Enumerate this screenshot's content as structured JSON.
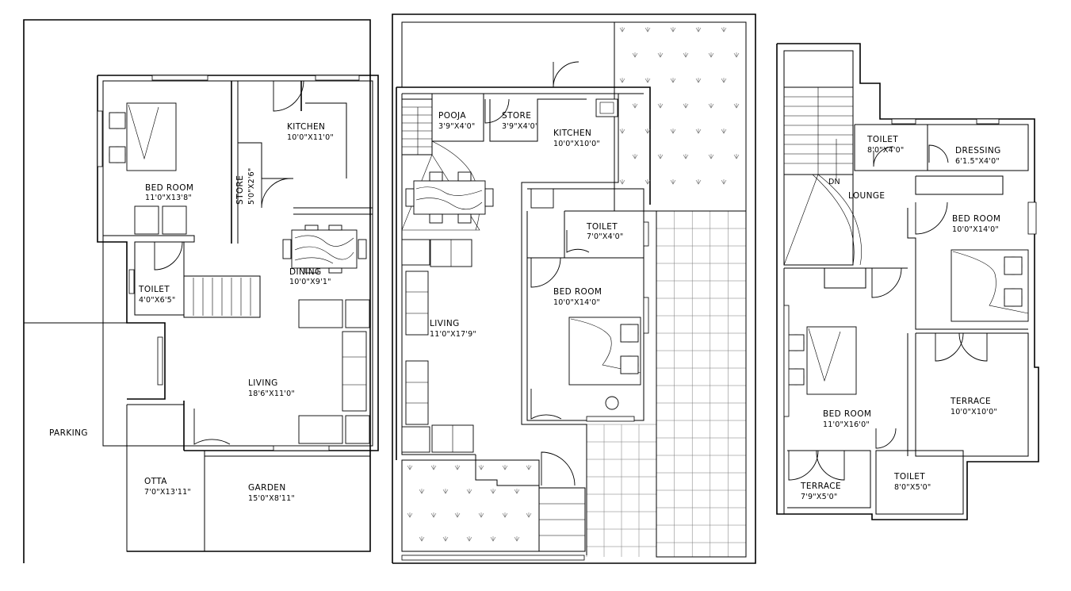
{
  "plans": [
    {
      "id": "ground-floor",
      "rooms": [
        {
          "name": "BED ROOM",
          "size": "11'0\"X13'8\""
        },
        {
          "name": "KITCHEN",
          "size": "10'0\"X11'0\""
        },
        {
          "name": "STORE",
          "size": "5'0\"X2'6\""
        },
        {
          "name": "DINING",
          "size": "10'0\"X9'1\""
        },
        {
          "name": "TOILET",
          "size": "4'0\"X6'5\""
        },
        {
          "name": "LIVING",
          "size": "18'6\"X11'0\""
        },
        {
          "name": "PARKING",
          "size": ""
        },
        {
          "name": "OTTA",
          "size": "7'0\"X13'11\""
        },
        {
          "name": "GARDEN",
          "size": "15'0\"X8'11\""
        }
      ]
    },
    {
      "id": "middle-floor",
      "rooms": [
        {
          "name": "POOJA",
          "size": "3'9\"X4'0\""
        },
        {
          "name": "STORE",
          "size": "3'9\"X4'0\""
        },
        {
          "name": "KITCHEN",
          "size": "10'0\"X10'0\""
        },
        {
          "name": "TOILET",
          "size": "7'0\"X4'0\""
        },
        {
          "name": "BED ROOM",
          "size": "10'0\"X14'0\""
        },
        {
          "name": "LIVING",
          "size": "11'0\"X17'9\""
        }
      ]
    },
    {
      "id": "upper-floor",
      "rooms": [
        {
          "name": "TOILET",
          "size": "8'0\"X4'0\""
        },
        {
          "name": "DRESSING",
          "size": "6'1.5\"X4'0\""
        },
        {
          "name": "LOUNGE",
          "size": ""
        },
        {
          "name": "BED ROOM",
          "size": "10'0\"X14'0\""
        },
        {
          "name": "BED ROOM",
          "size": "11'0\"X16'0\""
        },
        {
          "name": "TERRACE",
          "size": "10'0\"X10'0\""
        },
        {
          "name": "TERRACE",
          "size": "7'9\"X5'0\""
        },
        {
          "name": "TOILET",
          "size": "8'0\"X5'0\""
        }
      ],
      "stair_label": "DN"
    }
  ]
}
